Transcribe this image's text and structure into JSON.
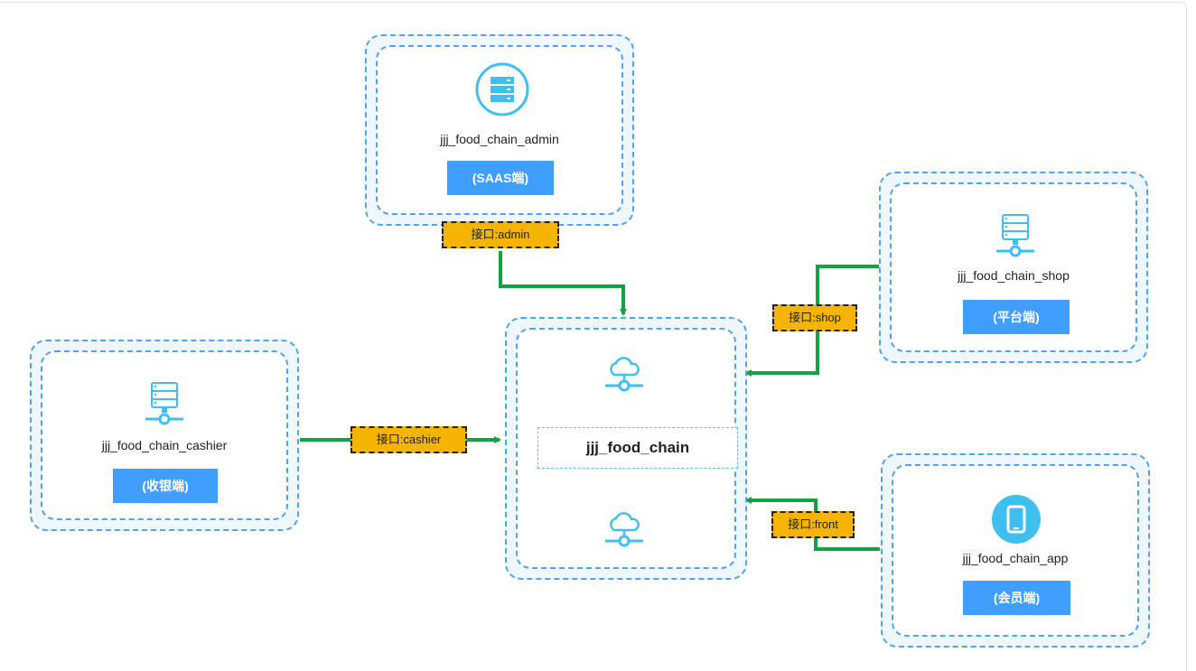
{
  "diagram": {
    "colors": {
      "group_border": "#4fa3f0",
      "group_fill": "#eef6fe",
      "tag_fill": "#409eff",
      "interface_fill": "#f5b400",
      "connector": "#12a244",
      "icon": "#3dbff0"
    },
    "nodes": {
      "admin": {
        "icon": "server-stack-icon",
        "title": "jjj_food_chain_admin",
        "tag": "(SAAS端)"
      },
      "shop": {
        "icon": "server-network-icon",
        "title": "jjj_food_chain_shop",
        "tag": "(平台端)"
      },
      "cashier": {
        "icon": "server-network-icon",
        "title": "jjj_food_chain_cashier",
        "tag": "(收银端)"
      },
      "app": {
        "icon": "mobile-phone-icon",
        "title": "jjj_food_chain_app",
        "tag": "(会员端)"
      },
      "core": {
        "icon": "cloud-network-icon",
        "title": "jjj_food_chain"
      }
    },
    "interfaces": {
      "admin": "接口:admin",
      "shop": "接口:shop",
      "cashier": "接口:cashier",
      "front": "接口:front"
    },
    "edges": [
      {
        "from": "admin",
        "to": "core",
        "via": "接口:admin"
      },
      {
        "from": "shop",
        "to": "core",
        "via": "接口:shop"
      },
      {
        "from": "cashier",
        "to": "core",
        "via": "接口:cashier"
      },
      {
        "from": "app",
        "to": "core",
        "via": "接口:front"
      }
    ]
  }
}
